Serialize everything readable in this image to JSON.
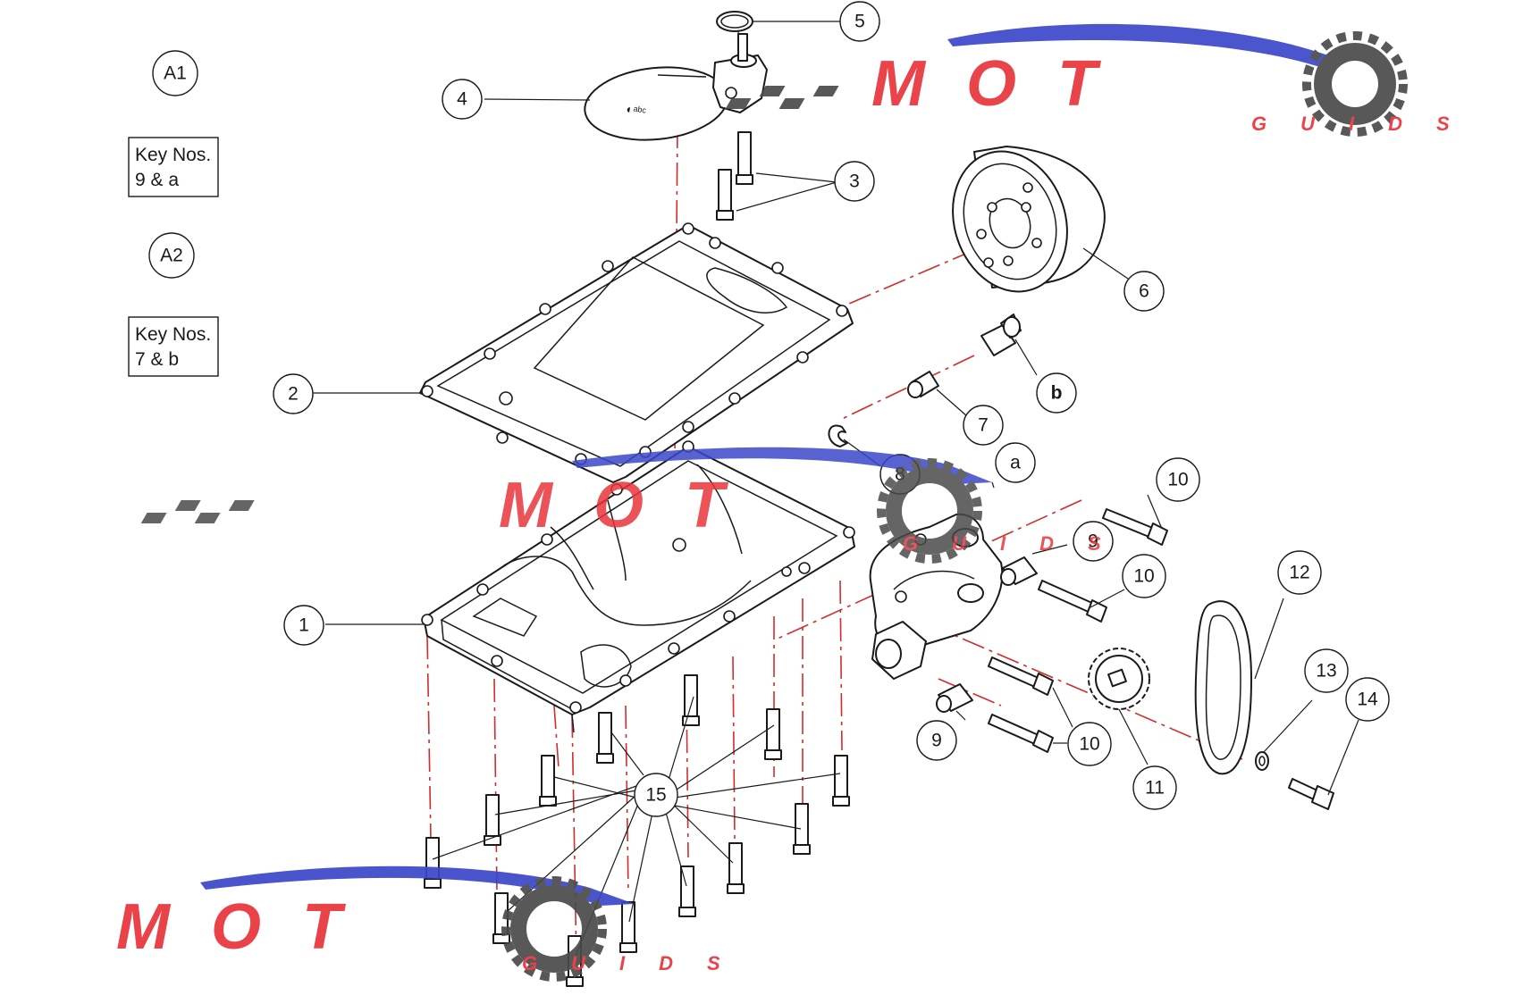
{
  "diagram": {
    "key_boxes": [
      {
        "id": "a1",
        "circle_label": "A1",
        "line1": "Key Nos.",
        "line2": "9 & a"
      },
      {
        "id": "a2",
        "circle_label": "A2",
        "line1": "Key Nos.",
        "line2": "7 & b"
      }
    ],
    "callouts": [
      {
        "id": "c1",
        "label": "1"
      },
      {
        "id": "c2",
        "label": "2"
      },
      {
        "id": "c3",
        "label": "3"
      },
      {
        "id": "c4",
        "label": "4"
      },
      {
        "id": "c5",
        "label": "5"
      },
      {
        "id": "c6",
        "label": "6"
      },
      {
        "id": "c7",
        "label": "7"
      },
      {
        "id": "c8",
        "label": "8"
      },
      {
        "id": "c9a",
        "label": "9"
      },
      {
        "id": "c9b",
        "label": "9"
      },
      {
        "id": "c10a",
        "label": "10"
      },
      {
        "id": "c10b",
        "label": "10"
      },
      {
        "id": "c10c",
        "label": "10"
      },
      {
        "id": "c11",
        "label": "11"
      },
      {
        "id": "c12",
        "label": "12"
      },
      {
        "id": "c13",
        "label": "13"
      },
      {
        "id": "c14",
        "label": "14"
      },
      {
        "id": "c15",
        "label": "15"
      },
      {
        "id": "ca",
        "label": "a"
      },
      {
        "id": "cb",
        "label": "b"
      }
    ],
    "colors": {
      "line": "#1a1a1a",
      "axis": "#d42b2b",
      "watermark_red": "#e8343a",
      "watermark_blue": "#3b46c9",
      "watermark_grey": "#4a4a4a"
    }
  },
  "watermark": {
    "word_main": "MOT",
    "word_sub": "GUIDS"
  }
}
